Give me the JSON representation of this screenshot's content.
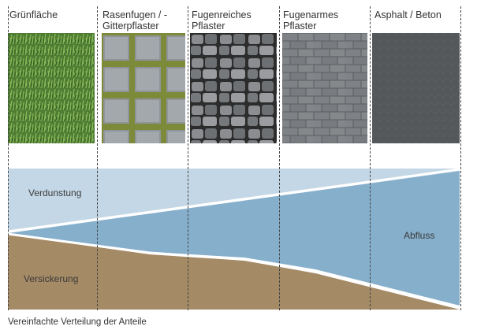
{
  "columns": [
    {
      "label": "Grünfläche",
      "texture": "grass-texture"
    },
    {
      "label": "Rasenfugen / -\nGitterpflaster",
      "texture": "grass-paver-texture"
    },
    {
      "label": "Fugenreiches\nPflaster",
      "texture": "cobblestone-texture"
    },
    {
      "label": "Fugenarmes\nPflaster",
      "texture": "brick-paver-texture"
    },
    {
      "label": "Asphalt / Beton",
      "texture": "asphalt-texture"
    }
  ],
  "areas": {
    "evaporation": "Verdunstung",
    "runoff": "Abfluss",
    "infiltration": "Versickerung"
  },
  "colors": {
    "evaporation": "#c3d7e6",
    "runoff": "#86afcc",
    "infiltration": "#a58a66"
  },
  "caption": "Vereinfachte Verteilung der Anteile"
}
